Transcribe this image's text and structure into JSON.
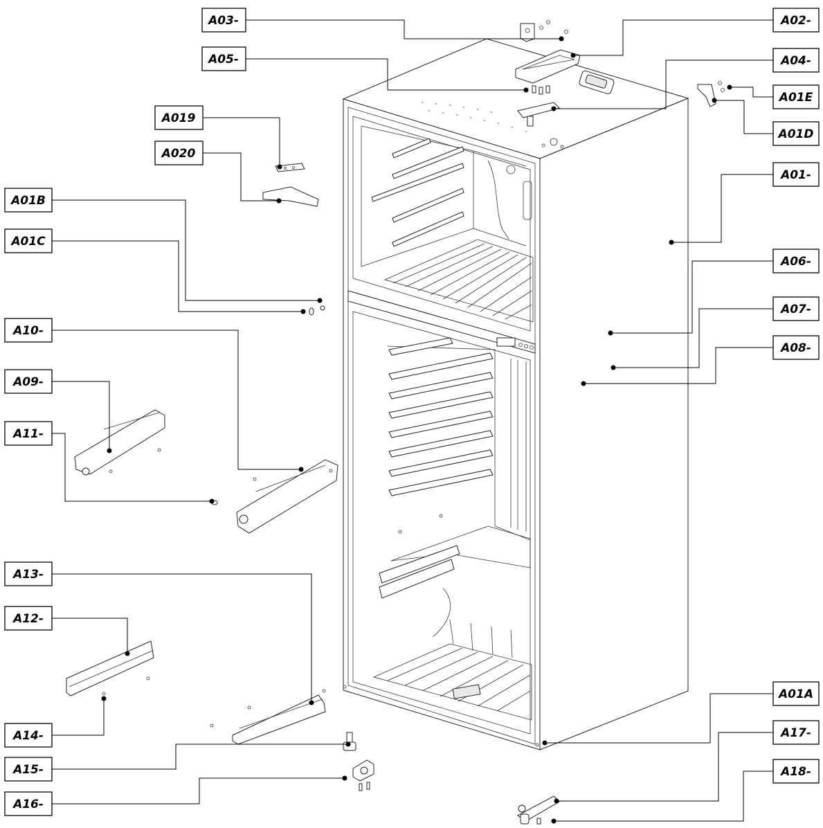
{
  "labels": {
    "A03": "A03-",
    "A02": "A02-",
    "A05": "A05-",
    "A04": "A04-",
    "A01E": "A01E",
    "A01D": "A01D",
    "A019": "A019",
    "A020": "A020",
    "A01B": "A01B",
    "A01C": "A01C",
    "A01": "A01-",
    "A06": "A06-",
    "A07": "A07-",
    "A08": "A08-",
    "A10": "A10-",
    "A09": "A09-",
    "A11": "A11-",
    "A13": "A13-",
    "A12": "A12-",
    "A14": "A14-",
    "A15": "A15-",
    "A16": "A16-",
    "A01A": "A01A",
    "A17": "A17-",
    "A18": "A18-"
  }
}
